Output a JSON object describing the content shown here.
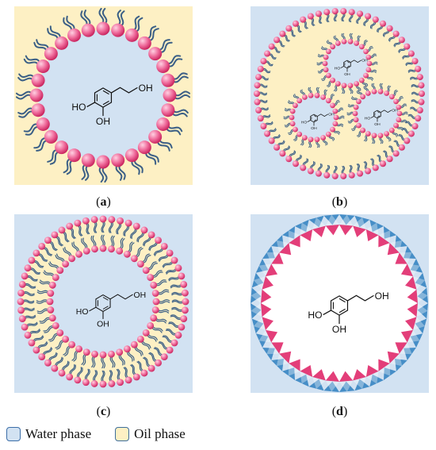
{
  "panels": [
    {
      "id": "a",
      "label": "a",
      "type": "micelle"
    },
    {
      "id": "b",
      "label": "b",
      "type": "multiple-emulsion"
    },
    {
      "id": "c",
      "label": "c",
      "type": "bilayer-vesicle"
    },
    {
      "id": "d",
      "label": "d",
      "type": "pickering-emulsion"
    }
  ],
  "molecule": {
    "oh_top": "OH",
    "ho_left": "HO",
    "oh_bottom": "OH"
  },
  "legend": {
    "water": "Water phase",
    "oil": "Oil phase"
  },
  "colors": {
    "water": "#d2e2f2",
    "oil": "#fdf0c4",
    "head": "#e63d78",
    "tail": "#3b5f86",
    "particle_blue": "#2e7fbf",
    "particle_pink": "#e0296a"
  }
}
